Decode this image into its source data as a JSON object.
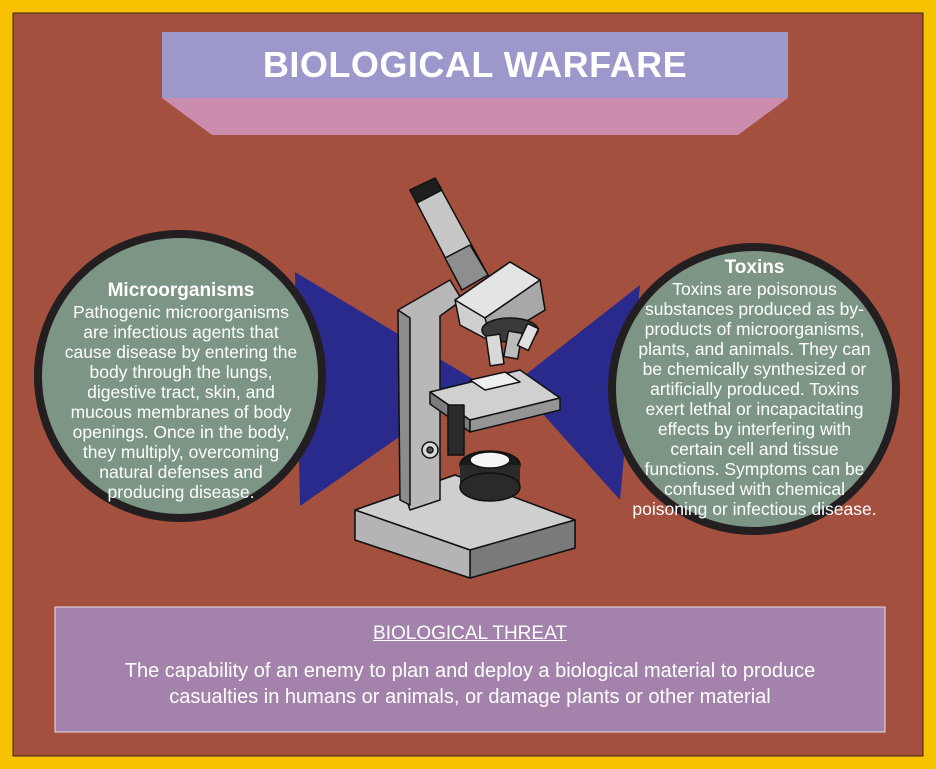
{
  "title": "BIOLOGICAL WARFARE",
  "microorganisms": {
    "heading": "Microorganisms",
    "body": "Pathogenic microorganisms are infectious agents that cause disease by entering the body through the lungs, digestive tract, skin, and mucous membranes of body openings. Once in the body, they multiply, overcoming natural defenses and producing disease."
  },
  "toxins": {
    "heading": "Toxins",
    "body": "Toxins are poisonous substances produced as by-products of microorganisms, plants, and animals. They can be chemically synthesized or artificially produced. Toxins exert lethal or incapacitating effects by interfering with certain cell and tissue functions. Symptoms can be confused with chemical poisoning or infectious disease."
  },
  "threat": {
    "heading": "BIOLOGICAL THREAT",
    "body": "The capability of an enemy to plan and deploy a biological material to produce casualties in humans or animals, or damage plants or other material"
  },
  "icons": {
    "center_illustration": "microscope-icon"
  },
  "colors": {
    "border": "#F9C200",
    "background": "#A3503F",
    "title_box": "#9C98CB",
    "title_trapezoid": "#CC8CAE",
    "circle_fill": "#7C9585",
    "circle_ring": "#231F20",
    "beam": "#2A2A8C",
    "threat_box": "#A383AB"
  }
}
